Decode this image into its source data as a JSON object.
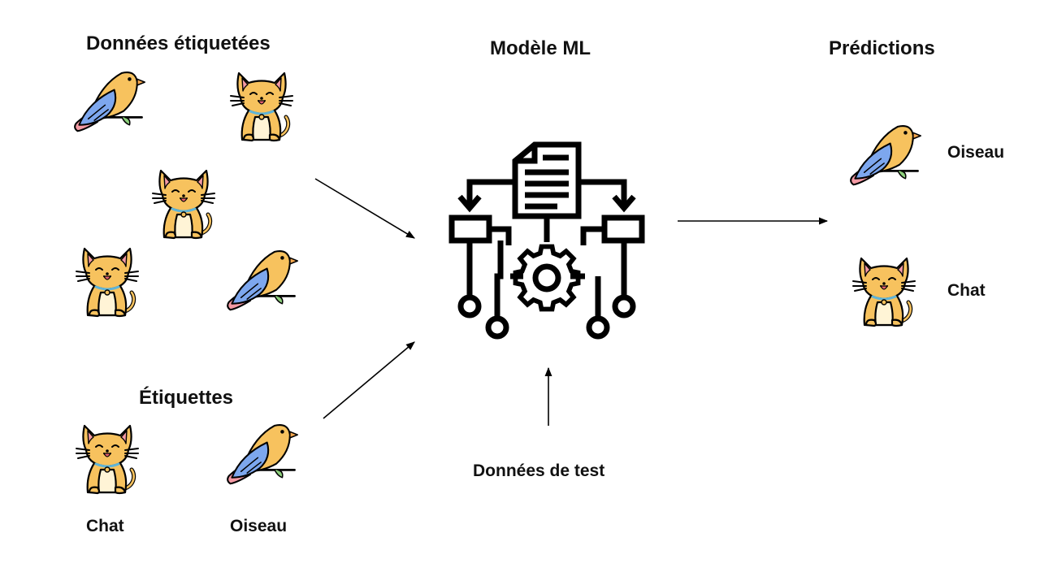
{
  "sections": {
    "labeled_data": "Données étiquetées",
    "model": "Modèle ML",
    "predictions": "Prédictions",
    "labels": "Étiquettes",
    "test_data": "Données de test"
  },
  "labels": {
    "cat": "Chat",
    "bird": "Oiseau"
  },
  "predictions": {
    "bird": "Oiseau",
    "cat": "Chat"
  },
  "colors": {
    "cat_body": "#F7C25E",
    "cat_ear": "#F49AA4",
    "bird_head": "#F7C25E",
    "bird_wing": "#7DA7EE",
    "bird_tail": "#F49AA4",
    "leaf": "#8DD07C",
    "collar": "#5FB4D8",
    "outline": "#000000"
  },
  "icons": [
    "bird-icon",
    "cat-icon",
    "ml-model-icon",
    "gear-icon",
    "document-icon"
  ]
}
